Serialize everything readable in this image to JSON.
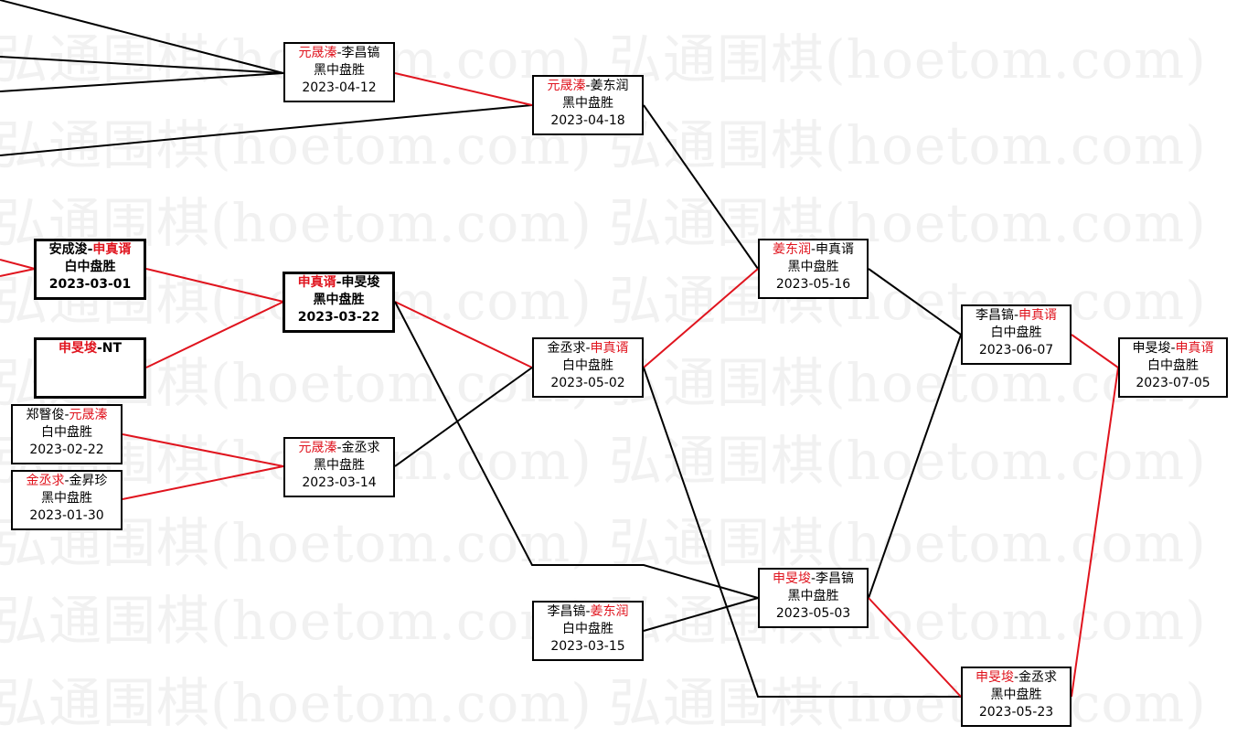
{
  "watermark_text": "弘通围棋(hoetom.com)",
  "colors": {
    "win_path": "#e0141e",
    "loss_path": "#000000",
    "winner_name": "#e0141e"
  },
  "games": [
    {
      "id": "g1",
      "black": "元晟溱",
      "white": "李昌镐",
      "result": "黑中盘胜",
      "date": "2023-04-12",
      "winner": "black"
    },
    {
      "id": "g2",
      "black": "元晟溱",
      "white": "姜东润",
      "result": "黑中盘胜",
      "date": "2023-04-18",
      "winner": "black"
    },
    {
      "id": "g3",
      "black": "安成浚",
      "white": "申真谞",
      "result": "白中盘胜",
      "date": "2023-03-01",
      "winner": "white"
    },
    {
      "id": "g4",
      "black": "申旻埈",
      "white": "NT",
      "result": "",
      "date": "",
      "winner": "black"
    },
    {
      "id": "g5",
      "black": "申真谞",
      "white": "申旻埈",
      "result": "黑中盘胜",
      "date": "2023-03-22",
      "winner": "black"
    },
    {
      "id": "g6",
      "black": "郑瞖俊",
      "white": "元晟溱",
      "result": "白中盘胜",
      "date": "2023-02-22",
      "winner": "white"
    },
    {
      "id": "g7",
      "black": "金丞求",
      "white": "金昇珍",
      "result": "黑中盘胜",
      "date": "2023-01-30",
      "winner": "black"
    },
    {
      "id": "g8",
      "black": "元晟溱",
      "white": "金丞求",
      "result": "黑中盘胜",
      "date": "2023-03-14",
      "winner": "black"
    },
    {
      "id": "g9",
      "black": "金丞求",
      "white": "申真谞",
      "result": "白中盘胜",
      "date": "2023-05-02",
      "winner": "white"
    },
    {
      "id": "g10",
      "black": "姜东润",
      "white": "申真谞",
      "result": "黑中盘胜",
      "date": "2023-05-16",
      "winner": "black"
    },
    {
      "id": "g11",
      "black": "李昌镐",
      "white": "姜东润",
      "result": "白中盘胜",
      "date": "2023-03-15",
      "winner": "white"
    },
    {
      "id": "g12",
      "black": "申旻埈",
      "white": "李昌镐",
      "result": "黑中盘胜",
      "date": "2023-05-03",
      "winner": "black"
    },
    {
      "id": "g13",
      "black": "李昌镐",
      "white": "申真谞",
      "result": "白中盘胜",
      "date": "2023-06-07",
      "winner": "white"
    },
    {
      "id": "g14",
      "black": "申旻埈",
      "white": "金丞求",
      "result": "黑中盘胜",
      "date": "2023-05-23",
      "winner": "black"
    },
    {
      "id": "g15",
      "black": "申旻埈",
      "white": "申真谞",
      "result": "白中盘胜",
      "date": "2023-07-05",
      "winner": "white"
    }
  ]
}
